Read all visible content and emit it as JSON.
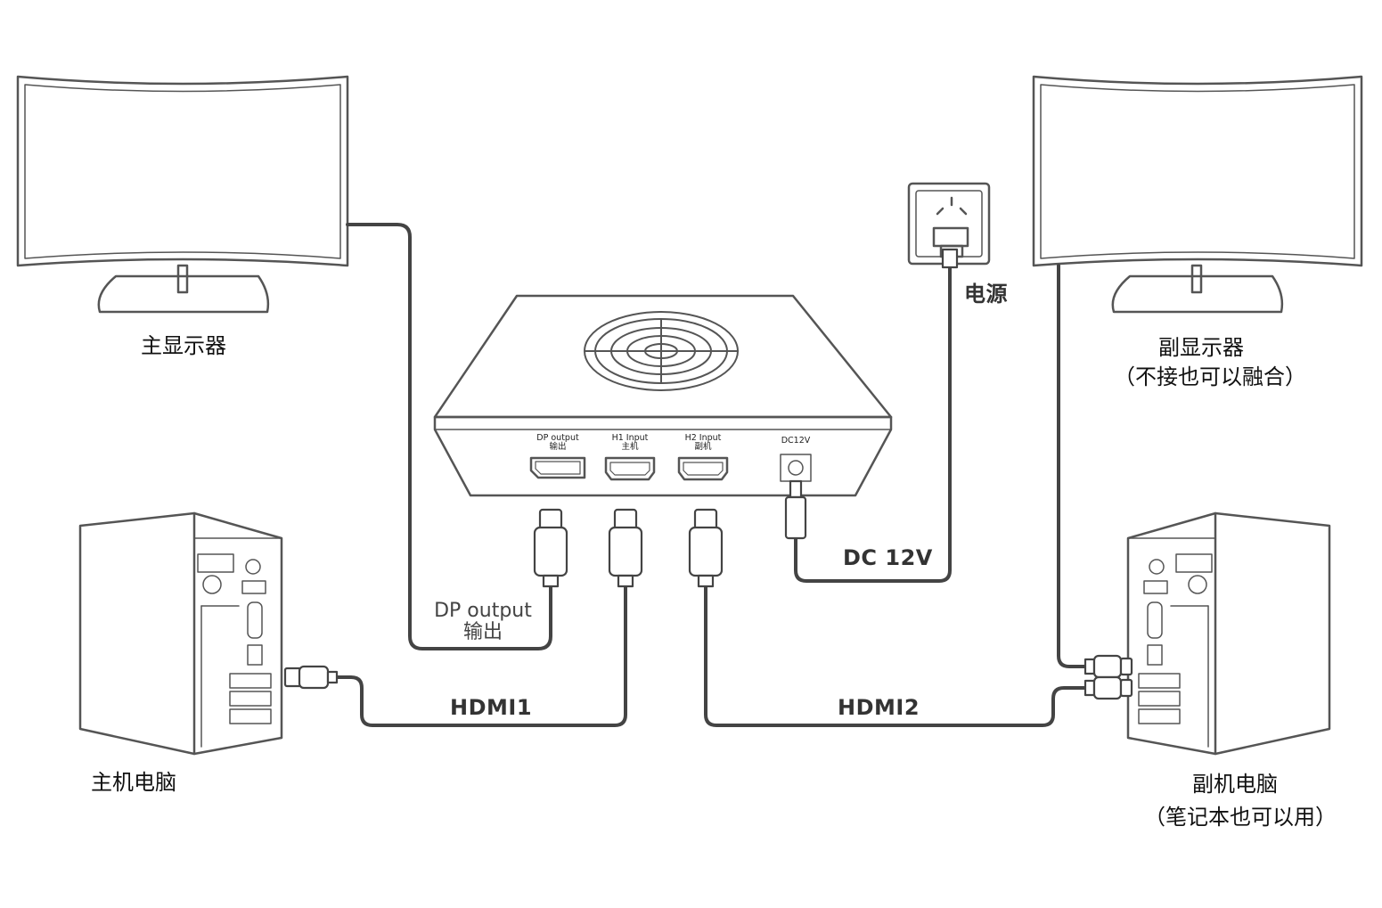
{
  "labels": {
    "main_monitor": "主显示器",
    "sub_monitor": "副显示器",
    "sub_monitor_note": "（不接也可以融合）",
    "main_pc": "主机电脑",
    "sub_pc": "副机电脑",
    "sub_pc_note": "（笔记本也可以用）",
    "power": "电源",
    "dc12v_cable": "DC 12V",
    "dp_output_cable": "DP output",
    "dp_output_cable_cn": "输出",
    "hdmi1": "HDMI1",
    "hdmi2": "HDMI2"
  },
  "device_ports": [
    {
      "en": "DP output",
      "cn": "输出"
    },
    {
      "en": "H1 Input",
      "cn": "主机"
    },
    {
      "en": "H2 Input",
      "cn": "副机"
    },
    {
      "en": "DC12V",
      "cn": ""
    }
  ],
  "colors": {
    "line": "#555555",
    "cable": "#444444",
    "background": "#ffffff"
  }
}
